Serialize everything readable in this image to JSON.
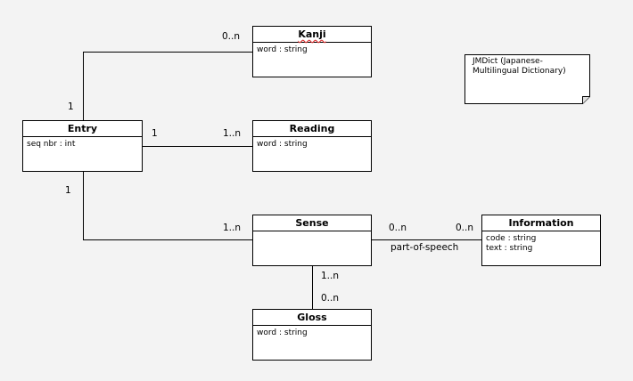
{
  "classes": {
    "kanji": {
      "name": "Kanji",
      "attributes": [
        "word : string"
      ]
    },
    "entry": {
      "name": "Entry",
      "attributes": [
        "seq nbr : int"
      ]
    },
    "reading": {
      "name": "Reading",
      "attributes": [
        "word : string"
      ]
    },
    "sense": {
      "name": "Sense",
      "attributes": []
    },
    "information": {
      "name": "Information",
      "attributes": [
        "code : string",
        "text : string"
      ]
    },
    "gloss": {
      "name": "Gloss",
      "attributes": [
        "word : string"
      ]
    }
  },
  "associations": {
    "entry_kanji": {
      "entry_end": "1",
      "kanji_end": "0..n"
    },
    "entry_reading": {
      "entry_end": "1",
      "reading_end": "1..n"
    },
    "entry_sense": {
      "entry_end": "1",
      "sense_end": "1..n"
    },
    "sense_information": {
      "sense_end": "0..n",
      "information_end": "0..n",
      "label": "part-of-speech"
    },
    "sense_gloss": {
      "sense_end": "1..n",
      "gloss_end": "0..n"
    }
  },
  "note": {
    "text": "JMDict (Japanese-\nMultilingual Dictionary)"
  }
}
